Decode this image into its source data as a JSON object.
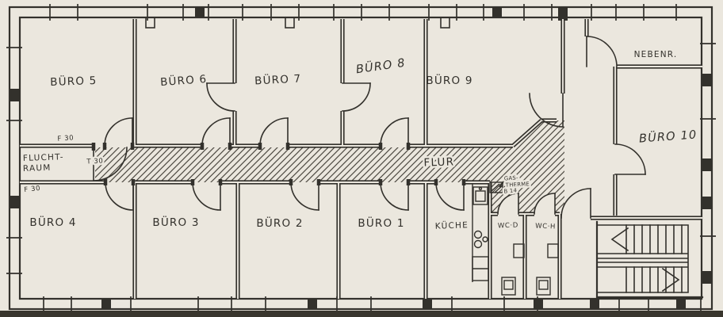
{
  "plan": {
    "rooms": {
      "buero1": {
        "label": "BÜRO 1"
      },
      "buero2": {
        "label": "BÜRO 2"
      },
      "buero3": {
        "label": "BÜRO 3"
      },
      "buero4": {
        "label": "BÜRO 4"
      },
      "buero5": {
        "label": "BÜRO 5"
      },
      "buero6": {
        "label": "BÜRO 6"
      },
      "buero7": {
        "label": "BÜRO 7"
      },
      "buero8": {
        "label": "BÜRO 8"
      },
      "buero9": {
        "label": "BÜRO 9"
      },
      "buero10": {
        "label": "BÜRO 10"
      },
      "nebenraum": {
        "label": "NEBENR."
      },
      "flur": {
        "label": "FLUR"
      },
      "fluchtraum": {
        "label_line1": "FLUCHT-",
        "label_line2": "RAUM"
      },
      "kueche": {
        "label": "KÜCHE"
      },
      "wc_damen": {
        "label": "WC·D"
      },
      "wc_herren": {
        "label": "WC·H"
      }
    },
    "annotations": {
      "fire_rating_wall_top": "F 30",
      "fire_rating_wall_bottom": "F 30",
      "fire_rating_door": "T 30",
      "gas_heater_line1": "GAS-",
      "gas_heater_line2": "THERME",
      "gas_heater_line3": "B 14"
    }
  },
  "colors": {
    "paper": "#ebe7de",
    "ink": "#33312c",
    "hatch": "#4a473f",
    "scan_edge": "#39362e"
  }
}
